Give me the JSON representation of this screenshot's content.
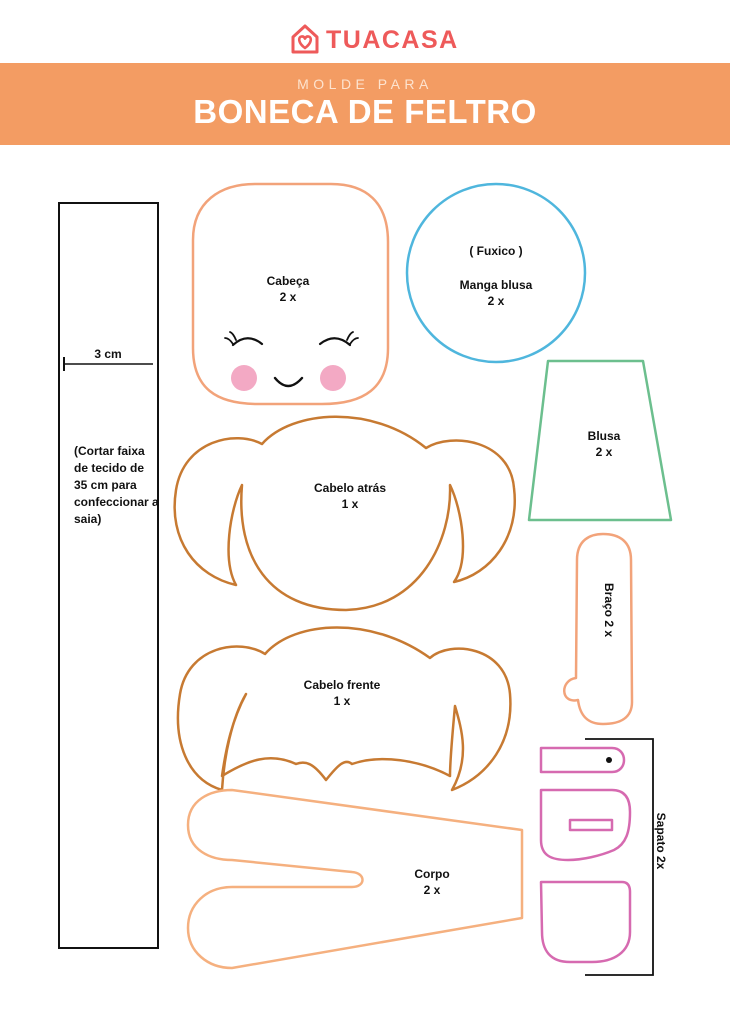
{
  "brand": {
    "name": "TUACASA",
    "logo_icon": "house-heart-icon",
    "color": "#ee5a5a"
  },
  "banner": {
    "subtitle": "MOLDE PARA",
    "title": "BONECA DE FELTRO",
    "color": "#f39c63"
  },
  "pieces": {
    "strip": {
      "width_label": "3 cm",
      "note": "(Cortar faixa de tecido de 35 cm para confeccionar a saia)"
    },
    "head": {
      "name": "Cabeça",
      "qty": "2 x",
      "color": "#f2a37a"
    },
    "fuxico": {
      "note": "( Fuxico )",
      "name": "Manga blusa",
      "qty": "2 x",
      "color": "#4fb6dd"
    },
    "blouse": {
      "name": "Blusa",
      "qty": "2 x",
      "color": "#6cbf8e"
    },
    "hair_back": {
      "name": "Cabelo atrás",
      "qty": "1 x",
      "color": "#c77a32"
    },
    "arm": {
      "label": "Braço 2 x",
      "color": "#f2a37a"
    },
    "hair_front": {
      "name": "Cabelo frente",
      "qty": "1 x",
      "color": "#c77a32"
    },
    "body": {
      "name": "Corpo",
      "qty": "2 x",
      "color": "#f5b07f"
    },
    "shoe": {
      "label": "Sapato 2x",
      "color": "#d66ab0"
    }
  },
  "colors": {
    "cheek": "#f3a9c4",
    "ink": "#111111"
  }
}
